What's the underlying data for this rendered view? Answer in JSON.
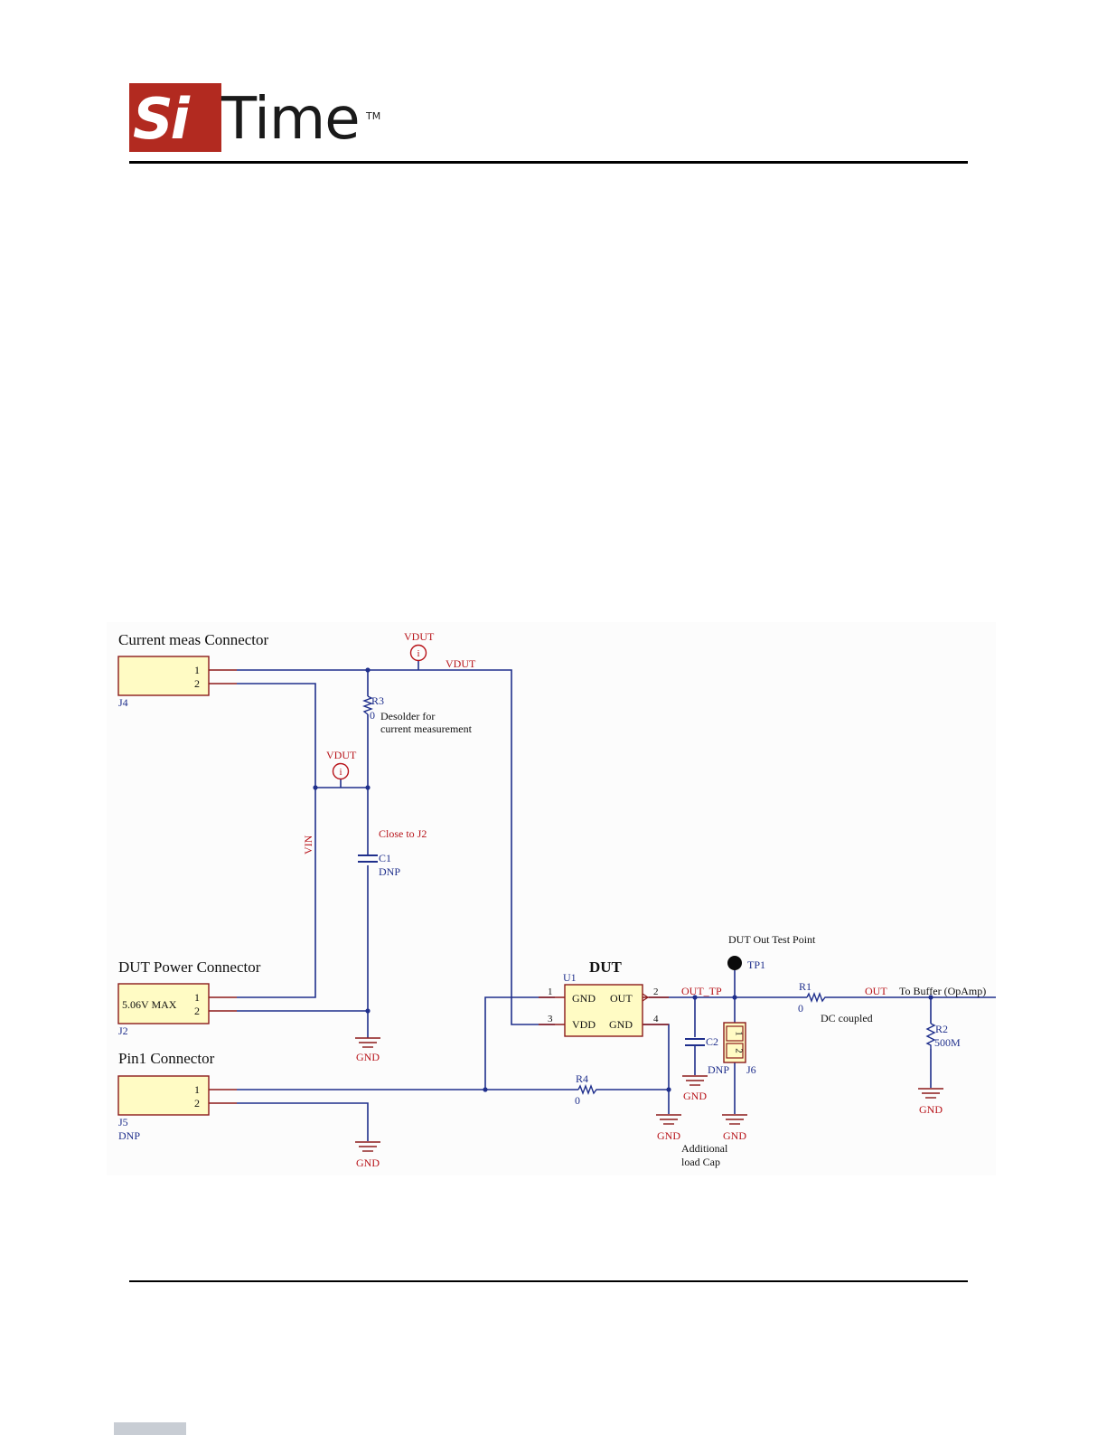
{
  "brand": {
    "logo_text_left": "Si",
    "logo_text_right": "Time",
    "logo_tm": "TM",
    "accent_color": "#b22a20"
  },
  "schematic": {
    "headings": {
      "current_meas": "Current meas Connector",
      "dut_power": "DUT Power Connector",
      "pin1": "Pin1 Connector",
      "dut": "DUT"
    },
    "connectors": {
      "j4": {
        "ref": "J4",
        "pin1": "1",
        "pin2": "2"
      },
      "j2": {
        "ref": "J2",
        "pin1": "1",
        "pin2": "2",
        "body_label": "5.06V MAX"
      },
      "j5": {
        "ref": "J5",
        "pin1": "1",
        "pin2": "2",
        "note": "DNP"
      },
      "j6": {
        "ref": "J6",
        "pin1": "1",
        "pin2": "2"
      }
    },
    "u1": {
      "ref": "U1",
      "pin1_num": "1",
      "pin1_name": "GND",
      "pin2_num": "2",
      "pin2_name": "OUT",
      "pin3_num": "3",
      "pin3_name": "VDD",
      "pin4_num": "4",
      "pin4_name": "GND"
    },
    "nets": {
      "vdut_port_top": "VDUT",
      "vdut_port_mid": "VDUT",
      "vdut_wire": "VDUT",
      "vin": "VIN",
      "out_tp": "OUT_TP",
      "out": "OUT"
    },
    "parts": {
      "r3": {
        "ref": "R3",
        "value": "0",
        "note_line1": "Desolder for",
        "note_line2": "current measurement"
      },
      "c1": {
        "ref": "C1",
        "value": "DNP"
      },
      "c2": {
        "ref": "C2",
        "value": "DNP"
      },
      "r1": {
        "ref": "R1",
        "value": "0",
        "note": "DC coupled"
      },
      "r2": {
        "ref": "R2",
        "value": "500M"
      },
      "r4": {
        "ref": "R4",
        "value": "0"
      },
      "tp1": {
        "ref": "TP1",
        "note": "DUT Out Test Point"
      }
    },
    "notes": {
      "close_to_j2": "Close to J2",
      "to_buffer": "To Buffer (OpAmp)",
      "additional_line1": "Additional",
      "additional_line2": "load Cap",
      "port_icon": "i"
    },
    "gnd_label": "GND",
    "colors": {
      "wire": "#1f2f8c",
      "net_label": "#b8141a",
      "component": "#8b1a1a",
      "connector_fill": "#fffbc4",
      "background": "#fcfcfc"
    }
  }
}
